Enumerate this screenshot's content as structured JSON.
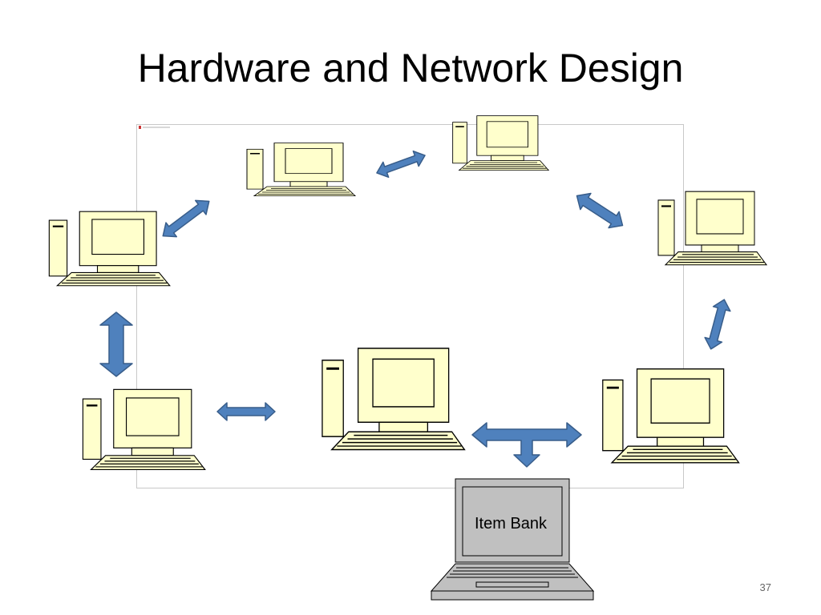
{
  "slide": {
    "title": "Hardware and Network Design",
    "page_number": "37"
  },
  "laptop": {
    "label": "Item Bank"
  },
  "colors": {
    "computer_fill": "#ffffcc",
    "laptop_fill": "#c0c0c0",
    "arrow_fill": "#4f81bd",
    "arrow_stroke": "#385d8a",
    "frame_border": "#c8c8c8"
  },
  "icons": {
    "workstation": "desktop-computer-icon",
    "server": "laptop-icon",
    "link": "double-headed-arrow"
  }
}
